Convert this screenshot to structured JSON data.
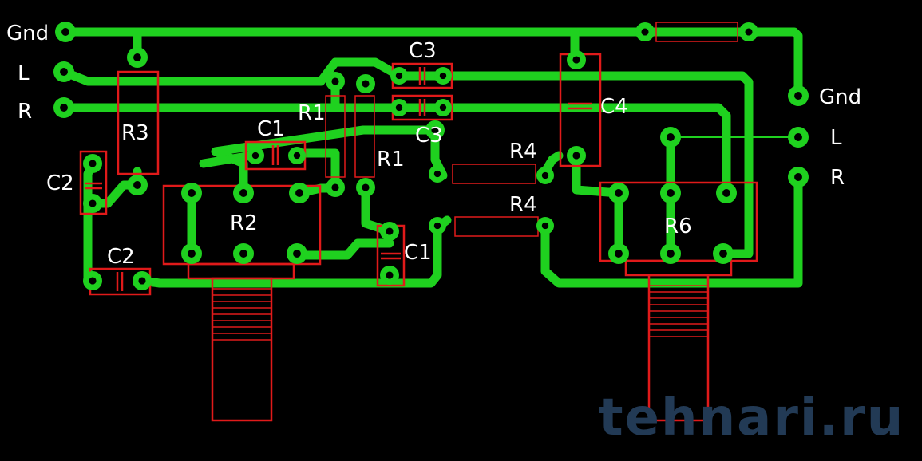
{
  "connectors": {
    "left": {
      "gnd": "Gnd",
      "l": "L",
      "r": "R"
    },
    "right": {
      "gnd": "Gnd",
      "l": "L",
      "r": "R"
    }
  },
  "components": {
    "r1_top": "R1",
    "r1_bottom": "R1",
    "r2": "R2",
    "r3": "R3",
    "r4_top": "R4",
    "r4_bottom": "R4",
    "r6": "R6",
    "c1_top": "C1",
    "c1_bottom": "C1",
    "c2_left": "C2",
    "c2_bottom": "C2",
    "c3_top": "C3",
    "c3_bottom": "C3",
    "c4": "C4"
  },
  "watermark": "tehnari.ru",
  "colors": {
    "board": "#000000",
    "copper": "#1fd11f",
    "silkscreen": "#e01a1a",
    "label": "#ffffff"
  }
}
